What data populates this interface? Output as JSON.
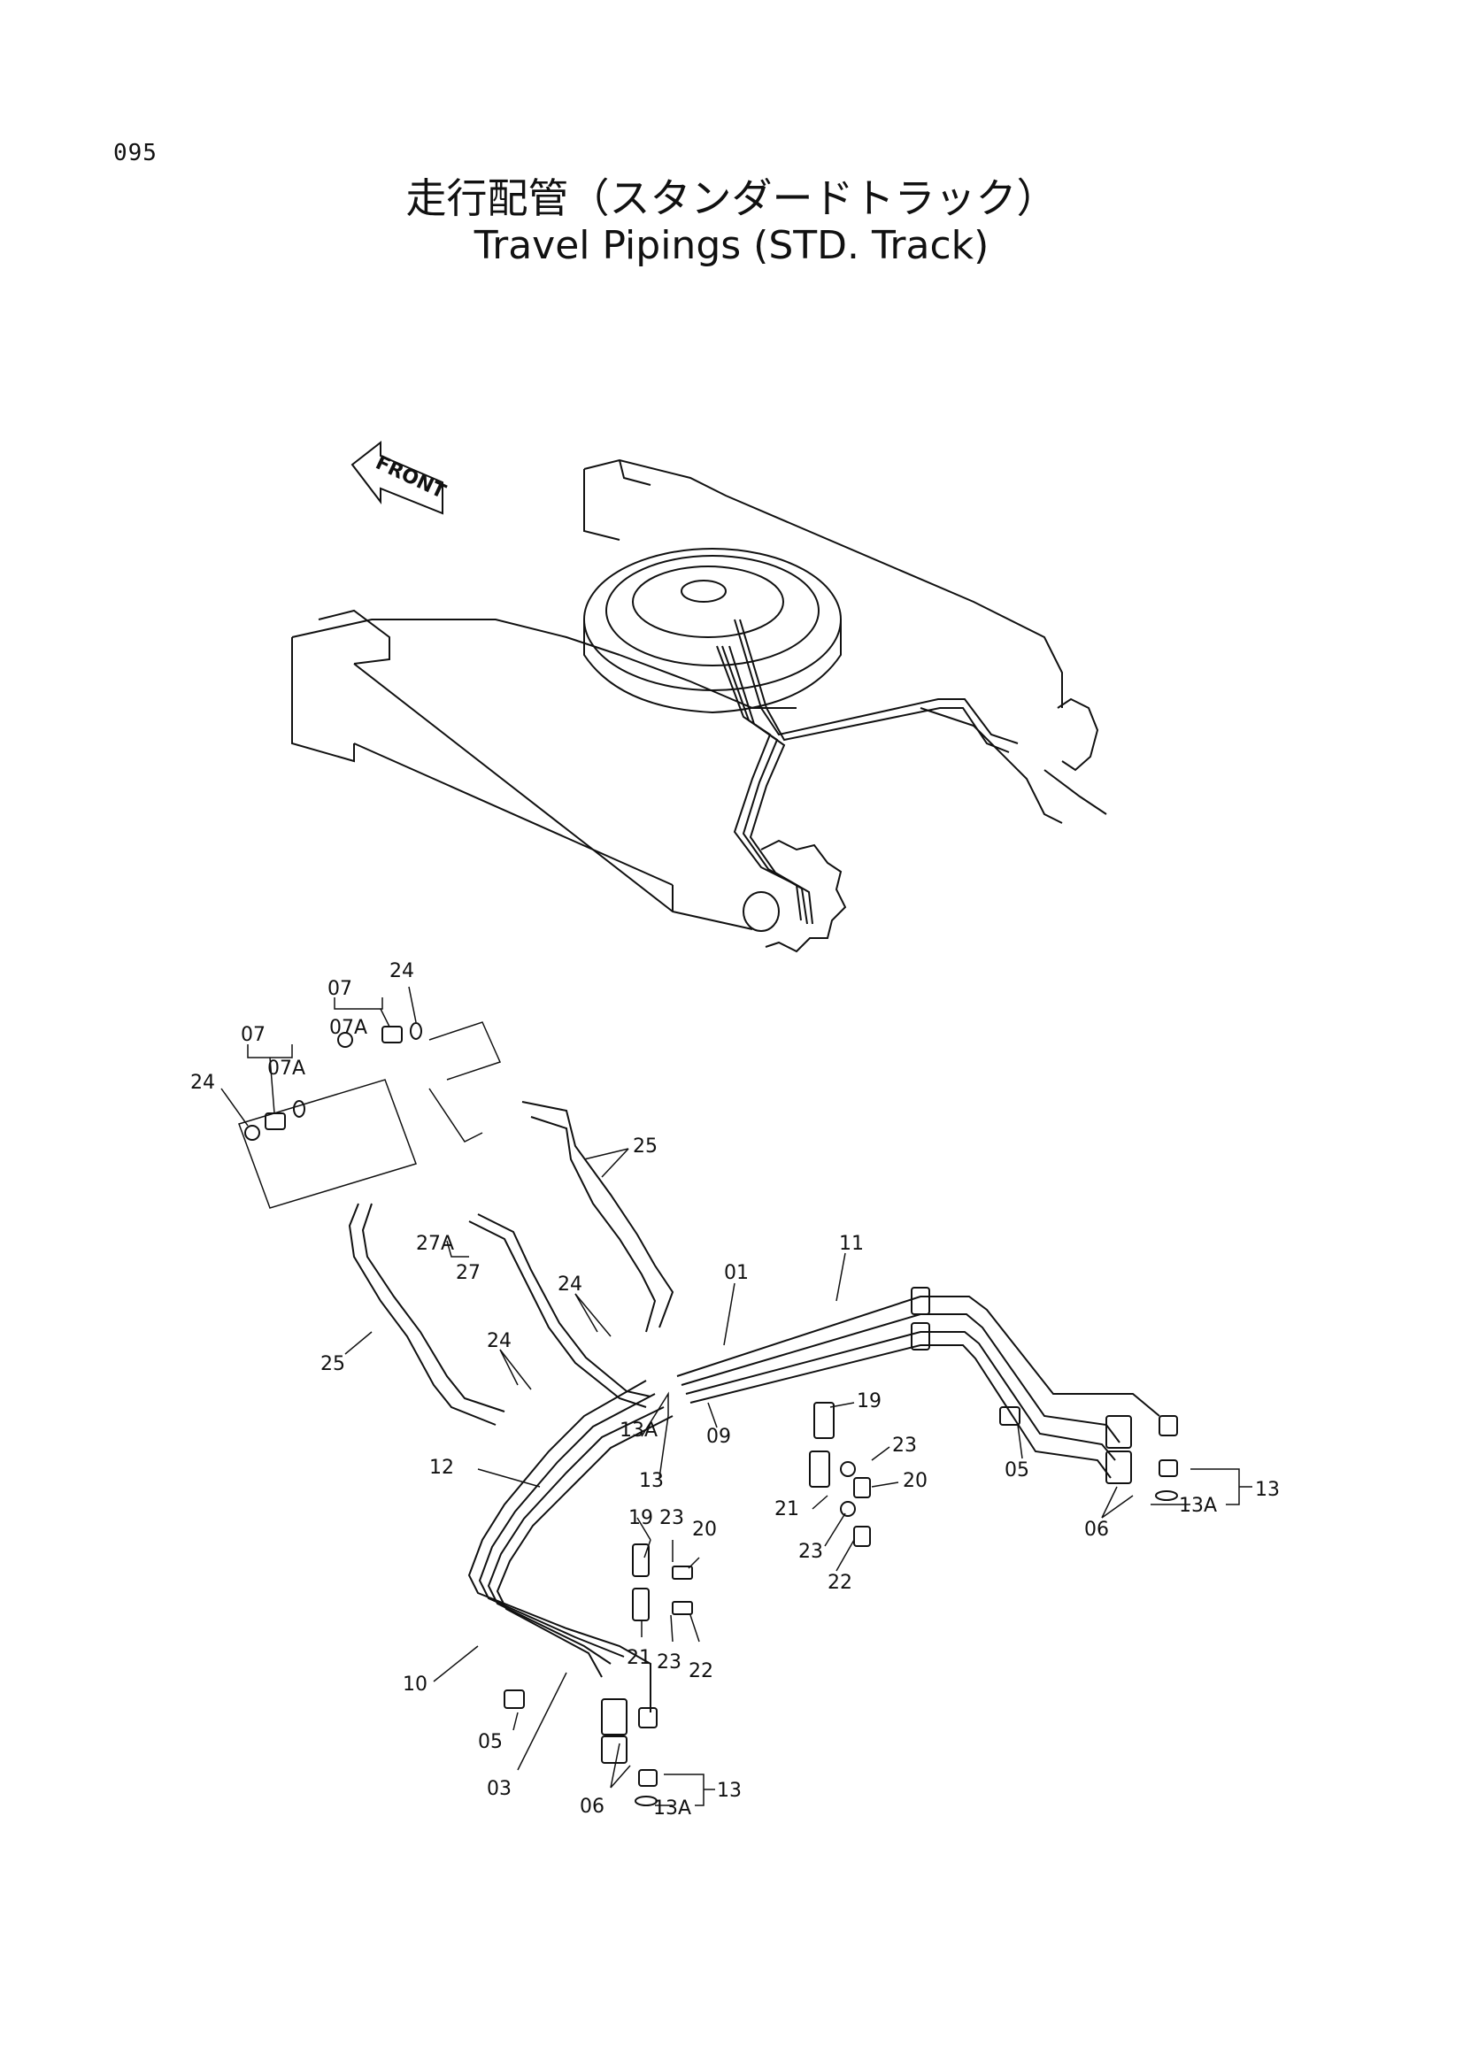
{
  "page_number": "095",
  "title_jp": "走行配管（スタンダードトラック）",
  "title_en": "Travel Pipings (STD. Track)",
  "front_arrow": {
    "label": "FRONT"
  },
  "callouts": [
    {
      "id": "c-24a",
      "text": "24"
    },
    {
      "id": "c-07a",
      "text": "07"
    },
    {
      "id": "c-07Aa",
      "text": "07A"
    },
    {
      "id": "c-07b",
      "text": "07"
    },
    {
      "id": "c-07Ab",
      "text": "07A"
    },
    {
      "id": "c-24b",
      "text": "24"
    },
    {
      "id": "c-25a",
      "text": "25"
    },
    {
      "id": "c-27A",
      "text": "27A"
    },
    {
      "id": "c-27",
      "text": "27"
    },
    {
      "id": "c-24c",
      "text": "24"
    },
    {
      "id": "c-24d",
      "text": "24"
    },
    {
      "id": "c-25b",
      "text": "25"
    },
    {
      "id": "c-01",
      "text": "01"
    },
    {
      "id": "c-11",
      "text": "11"
    },
    {
      "id": "c-19a",
      "text": "19"
    },
    {
      "id": "c-13Aa",
      "text": "13A"
    },
    {
      "id": "c-13a",
      "text": "13"
    },
    {
      "id": "c-09",
      "text": "09"
    },
    {
      "id": "c-12",
      "text": "12"
    },
    {
      "id": "c-23a",
      "text": "23"
    },
    {
      "id": "c-20a",
      "text": "20"
    },
    {
      "id": "c-21a",
      "text": "21"
    },
    {
      "id": "c-23b",
      "text": "23"
    },
    {
      "id": "c-22a",
      "text": "22"
    },
    {
      "id": "c-05a",
      "text": "05"
    },
    {
      "id": "c-06a",
      "text": "06"
    },
    {
      "id": "c-13b",
      "text": "13"
    },
    {
      "id": "c-13Ab",
      "text": "13A"
    },
    {
      "id": "c-19b",
      "text": "19"
    },
    {
      "id": "c-23c",
      "text": "23"
    },
    {
      "id": "c-20b",
      "text": "20"
    },
    {
      "id": "c-21b",
      "text": "21"
    },
    {
      "id": "c-23d",
      "text": "23"
    },
    {
      "id": "c-22b",
      "text": "22"
    },
    {
      "id": "c-10",
      "text": "10"
    },
    {
      "id": "c-05b",
      "text": "05"
    },
    {
      "id": "c-03",
      "text": "03"
    },
    {
      "id": "c-06b",
      "text": "06"
    },
    {
      "id": "c-13Ac",
      "text": "13A"
    },
    {
      "id": "c-13c",
      "text": "13"
    }
  ]
}
